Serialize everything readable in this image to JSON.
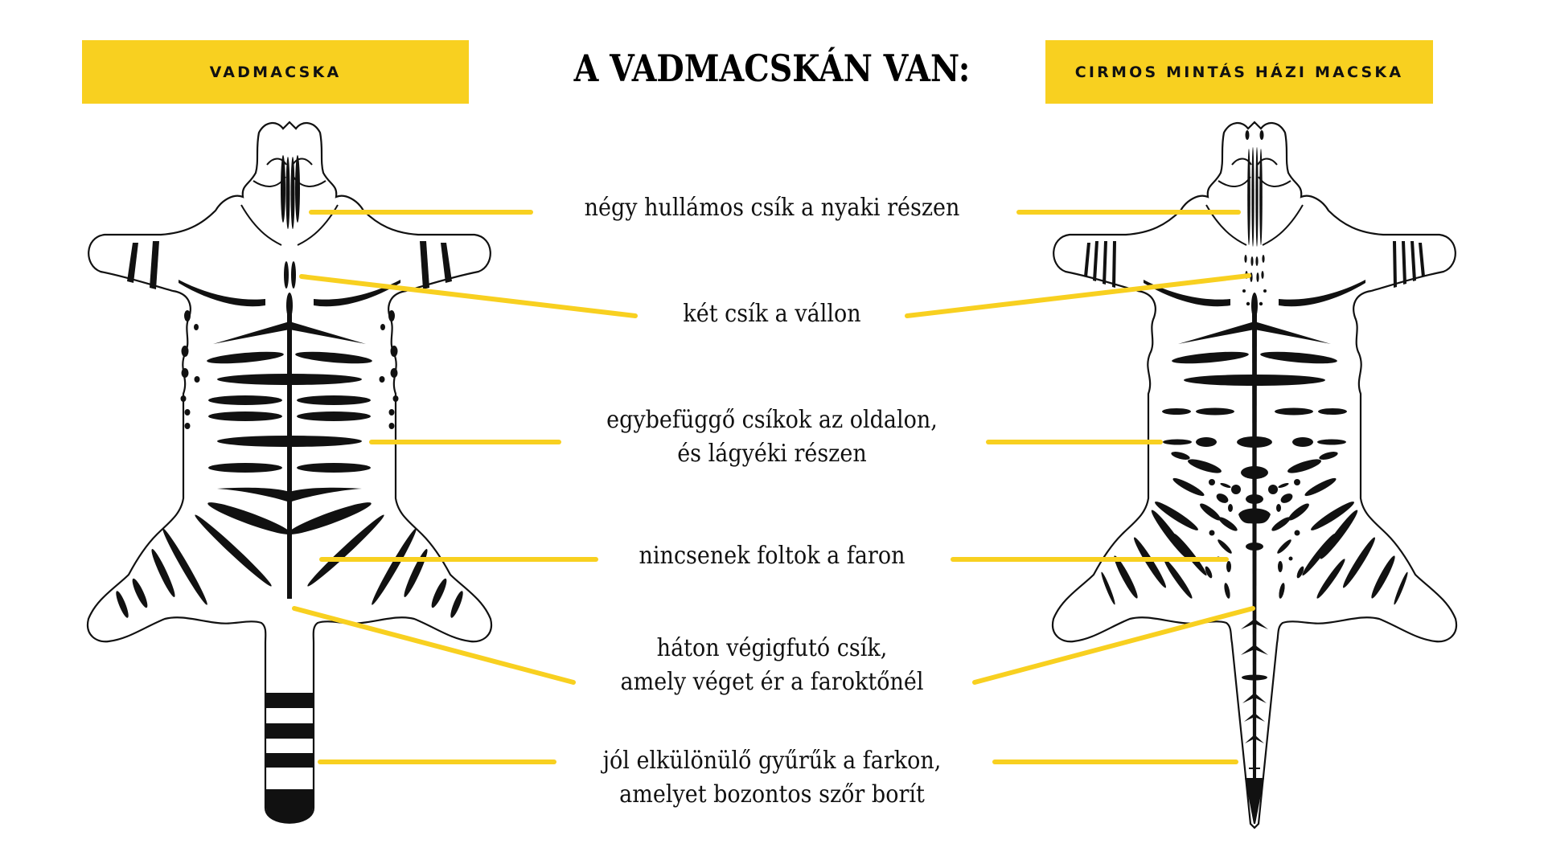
{
  "header": {
    "title": "A VADMACSKÁN VAN:",
    "left_box": {
      "label": "VADMACSKA"
    },
    "right_box": {
      "label": "CIRMOS MINTÁS HÁZI MACSKA"
    }
  },
  "colors": {
    "accent_yellow": "#F8D020",
    "ink": "#111111",
    "background": "#FFFFFF"
  },
  "features": [
    {
      "id": "neck-stripes",
      "lines": [
        "négy hullámos csík a nyaki részen"
      ]
    },
    {
      "id": "shoulder-stripes",
      "lines": [
        "két csík a vállon"
      ]
    },
    {
      "id": "side-stripes",
      "lines": [
        "egybefüggő csíkok az oldalon,",
        "és lágyéki részen"
      ]
    },
    {
      "id": "rump-no-spots",
      "lines": [
        "nincsenek foltok a faron"
      ]
    },
    {
      "id": "dorsal-stripe",
      "lines": [
        "háton végigfutó csík,",
        "amely véget ér a faroktőnél"
      ]
    },
    {
      "id": "tail-rings",
      "lines": [
        "jól elkülönülő gyűrűk a farkon,",
        "amelyet bozontos szőr borít"
      ]
    }
  ],
  "illustrations": {
    "left": {
      "name": "wildcat-pelt",
      "caption": "VADMACSKA"
    },
    "right": {
      "name": "tabby-domestic-cat-pelt",
      "caption": "CIRMOS MINTÁS HÁZI MACSKA"
    }
  }
}
